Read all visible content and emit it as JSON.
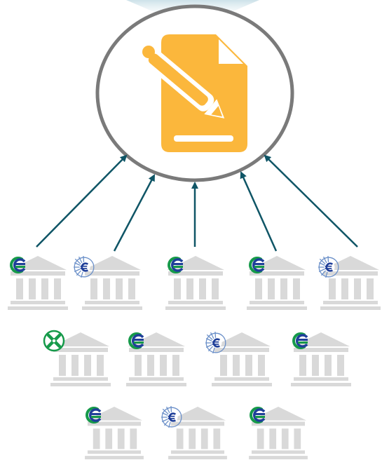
{
  "hub": {
    "icon": "document-sign-icon",
    "ring_color": "#7a7a7a",
    "icon_color": "#fbb73c",
    "glow_color": "#d6e6ec"
  },
  "arrow_color": "#0f5566",
  "building_color": "#d9d9d9",
  "logo_colors": {
    "green": "#169a4a",
    "blue": "#1f3f99",
    "light_blue": "#6a8fc8"
  },
  "banks": [
    {
      "logo": "green-blue-c-logo"
    },
    {
      "logo": "euro-fan-logo"
    },
    {
      "logo": "green-blue-c-logo"
    },
    {
      "logo": "green-blue-c-logo"
    },
    {
      "logo": "euro-fan-logo"
    },
    {
      "logo": "green-cross-logo"
    },
    {
      "logo": "green-blue-c-logo"
    },
    {
      "logo": "euro-fan-logo"
    },
    {
      "logo": "green-blue-c-logo"
    },
    {
      "logo": "green-blue-c-logo"
    },
    {
      "logo": "euro-fan-logo"
    },
    {
      "logo": "green-blue-c-logo"
    }
  ]
}
